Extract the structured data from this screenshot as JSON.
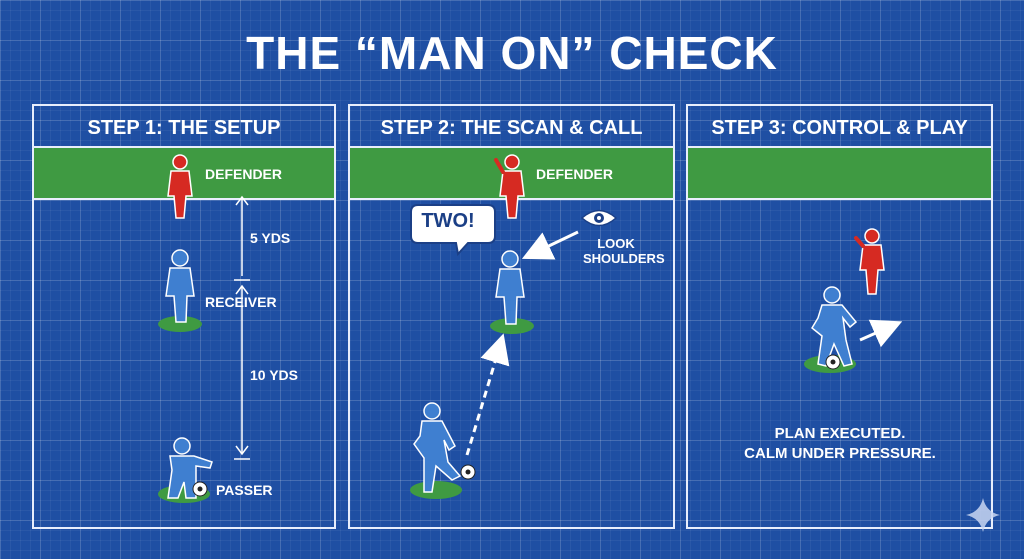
{
  "title": "THE “MAN ON” CHECK",
  "colors": {
    "background": "#1f4fa3",
    "field": "#3f9a42",
    "defender": "#d62a22",
    "player": "#3f7fd0",
    "outline": "#e8eefc"
  },
  "panels": [
    {
      "heading": "STEP 1: THE SETUP",
      "defender_label": "DEFENDER",
      "receiver_label": "RECEIVER",
      "passer_label": "PASSER",
      "distance_top": "5 YDS",
      "distance_bottom": "10 YDS"
    },
    {
      "heading": "STEP 2: THE SCAN & CALL",
      "defender_label": "DEFENDER",
      "callout": "TWO!",
      "look_line1": "LOOK",
      "look_line2": "SHOULDERS"
    },
    {
      "heading": "STEP 3: CONTROL & PLAY",
      "result_line1": "PLAN EXECUTED.",
      "result_line2": "CALM UNDER PRESSURE."
    }
  ],
  "icons": [
    "defender-figure-icon",
    "receiver-figure-icon",
    "passer-figure-icon",
    "ball-icon",
    "eye-icon",
    "arrow-icon",
    "sparkle-icon"
  ]
}
